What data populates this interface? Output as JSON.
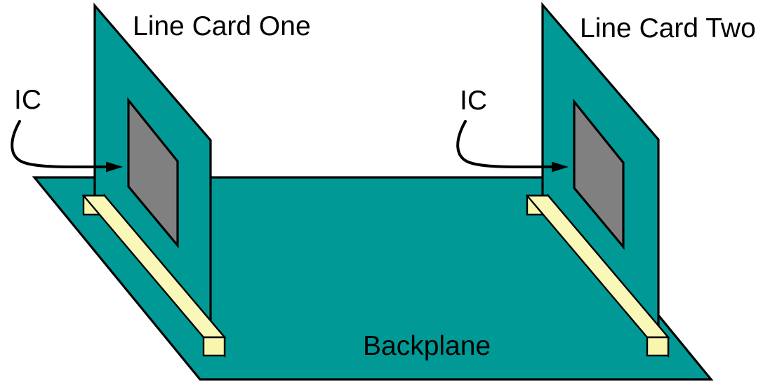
{
  "colors": {
    "background": "#FFFFFF",
    "board_teal": "#009996",
    "ic_gray": "#808080",
    "connector_top_yellow": "#FAF8B8",
    "connector_side_yellow": "#F4F1A0",
    "connector_cap_yellow": "#F8F6AC",
    "outline_black": "#000000"
  },
  "backplane": {
    "label": "Backplane"
  },
  "line_cards": [
    {
      "label": "Line Card One",
      "ic_label": "IC"
    },
    {
      "label": "Line Card Two",
      "ic_label": "IC"
    }
  ]
}
